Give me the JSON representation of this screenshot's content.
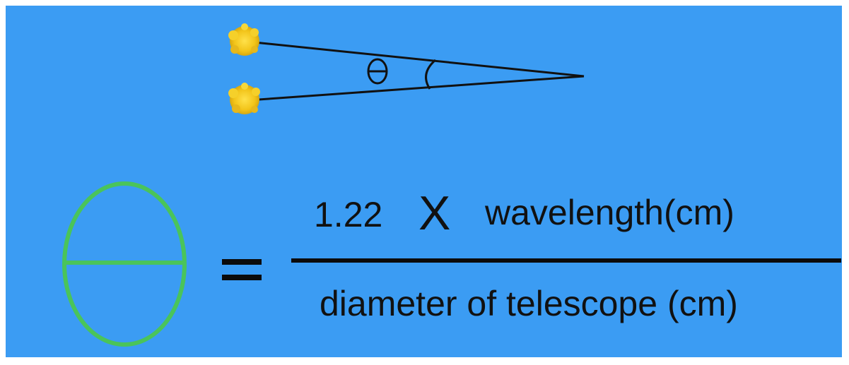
{
  "colors": {
    "background": "#3b9cf3",
    "theta_symbol": "#4ac45a",
    "star": "#f5d02a",
    "lines": "#111111"
  },
  "diagram": {
    "angle_symbol": "θ",
    "stars": 2
  },
  "formula": {
    "factor": "1.22",
    "times": "X",
    "numerator": "wavelength(cm)",
    "denominator": "diameter of telescope (cm)"
  }
}
